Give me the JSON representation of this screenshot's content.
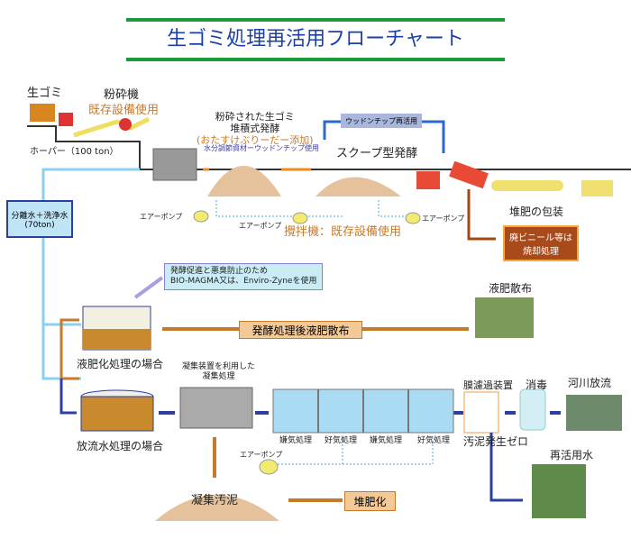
{
  "title": "生ゴミ処理再活用フローチャート",
  "top": {
    "raw_garbage": "生ゴミ",
    "crusher": "粉砕機",
    "crusher_note": "既存設備使用",
    "hopper": "ホーパー（100 ton）",
    "pile_line1": "粉砕された生ゴミ",
    "pile_line2": "堆積式発酵",
    "pile_line3": "(おたすけぶりーだー添加)",
    "moisture": "水分調節資材ーウッドンチップ使用",
    "woodchip_reuse": "ウッドンチップ再活用",
    "scoop": "スクープ型発酵",
    "air_pump": "エアーポンプ",
    "agitator": "攪拌機：既存設備使用",
    "packaging": "堆肥の包装",
    "incinerate_line1": "廃ビニール等は",
    "incinerate_line2": "焼却処理"
  },
  "water": {
    "line1": "分離水＋洗浄水",
    "line2": "(70ton)"
  },
  "liquid": {
    "note_line1": "発酵促進と悪臭防止のため",
    "note_line2": "BIO-MAGMA又は、Enviro-Zyneを使用",
    "spray": "液肥散布",
    "process": "発酵処理後液肥散布",
    "case": "液肥化処理の場合"
  },
  "discharge": {
    "case": "放流水処理の場合",
    "coag_line1": "凝集装置を利用した",
    "coag_line2": "凝集処理",
    "tanks": [
      "嫌気処理",
      "好気処理",
      "嫌気処理",
      "好気処理"
    ],
    "air_pump": "エアーポンプ",
    "membrane": "膜濾過装置",
    "disinfect": "消毒",
    "river": "河川放流",
    "zero_sludge": "汚泥発生ゼロ",
    "reuse_water": "再活用水",
    "sludge": "凝集汚泥",
    "compost": "堆肥化"
  },
  "colors": {
    "title": "#1c3fa8",
    "accent_orange": "#c77a2a",
    "flow_blue": "#2b3fa0",
    "water": "#8ccfee"
  }
}
